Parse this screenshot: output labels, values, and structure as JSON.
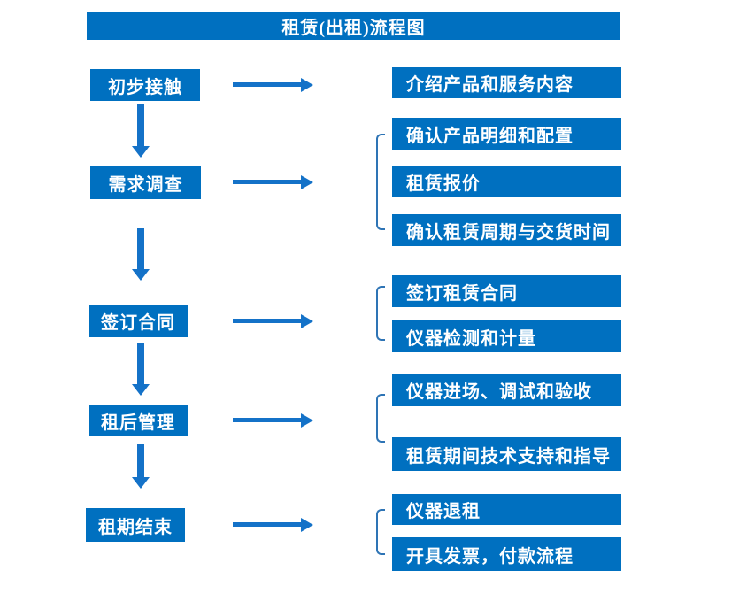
{
  "title": "租赁(出租)流程图",
  "colors": {
    "box_fill": "#0070C0",
    "arrow": "#1472C8",
    "bracket": "#2E74B5",
    "text": "#FFFFFF",
    "background": "#FFFFFF"
  },
  "steps": [
    {
      "label": "初步接触",
      "details": [
        "介绍产品和服务内容"
      ]
    },
    {
      "label": "需求调查",
      "details": [
        "确认产品明细和配置",
        "租赁报价",
        "确认租赁周期与交货时间"
      ]
    },
    {
      "label": "签订合同",
      "details": [
        "签订租赁合同",
        "仪器检测和计量"
      ]
    },
    {
      "label": "租后管理",
      "details": [
        "仪器进场、调试和验收",
        "租赁期间技术支持和指导"
      ]
    },
    {
      "label": "租期结束",
      "details": [
        "仪器退租",
        "开具发票，付款流程"
      ]
    }
  ]
}
